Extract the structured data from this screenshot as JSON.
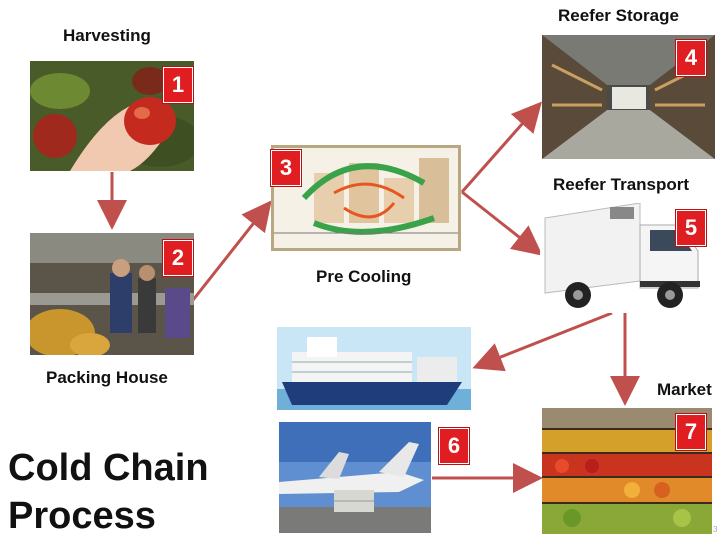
{
  "steps": [
    {
      "num": "1",
      "label": "Harvesting"
    },
    {
      "num": "2",
      "label": "Packing House"
    },
    {
      "num": "3",
      "label": "Pre Cooling"
    },
    {
      "num": "4",
      "label": "Reefer Storage"
    },
    {
      "num": "5",
      "label": "Reefer Transport"
    },
    {
      "num": "6",
      "label": ""
    },
    {
      "num": "7",
      "label": "Market"
    }
  ],
  "title_line1": "Cold Chain",
  "title_line2": "Process",
  "page_number": "3",
  "colors": {
    "arrow": "#c0504d",
    "badge": "#e01e22"
  }
}
